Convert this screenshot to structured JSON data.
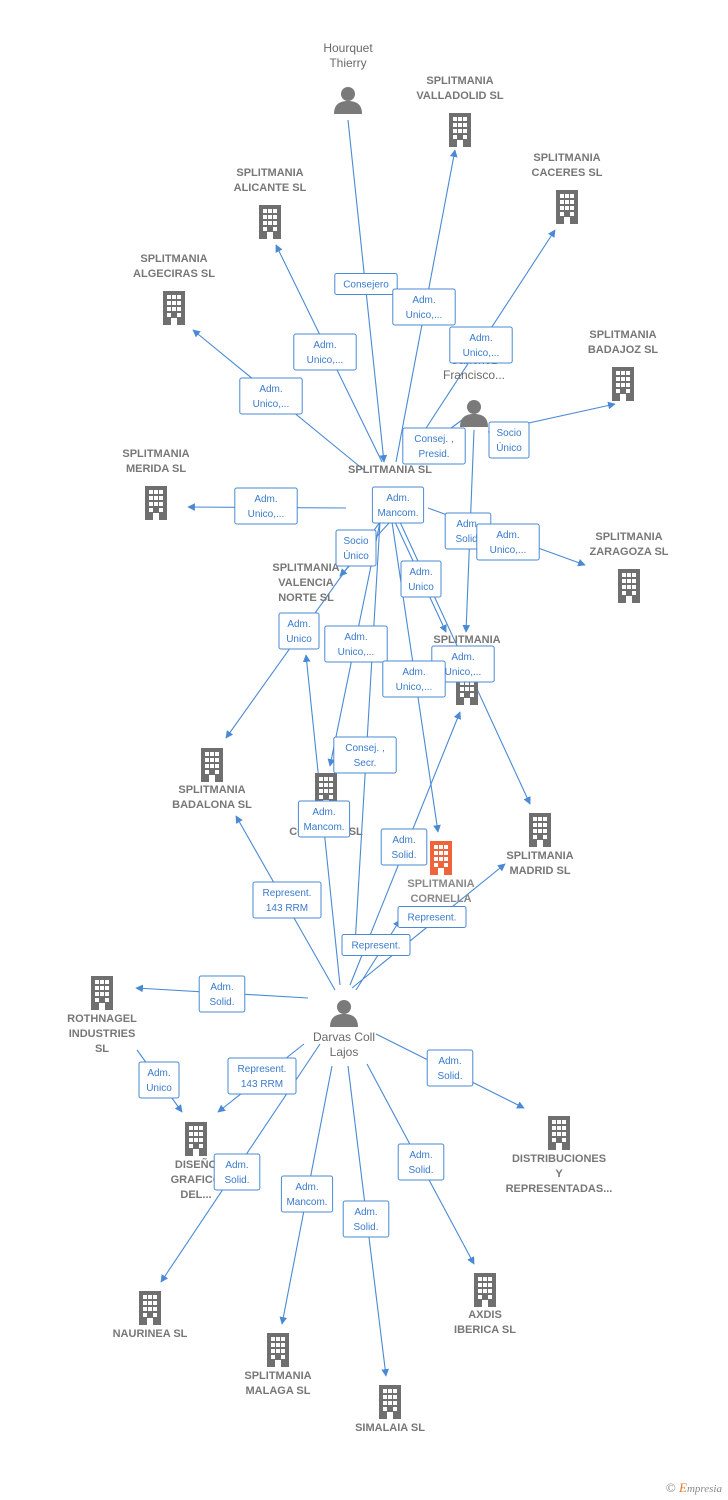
{
  "colors": {
    "edge": "#4a8ad4",
    "company": "#6f6f6f",
    "focus_company": "#f0643c",
    "person": "#7a7a7a"
  },
  "nodes": [
    {
      "id": "hourquet",
      "type": "person",
      "label": [
        "Hourquet",
        "Thierry"
      ]
    },
    {
      "id": "valladolid",
      "type": "company",
      "label": [
        "SPLITMANIA",
        "VALLADOLID SL"
      ]
    },
    {
      "id": "alicante",
      "type": "company",
      "label": [
        "SPLITMANIA",
        "ALICANTE  SL"
      ]
    },
    {
      "id": "caceres",
      "type": "company",
      "label": [
        "SPLITMANIA",
        "CACERES SL"
      ]
    },
    {
      "id": "algeciras",
      "type": "company",
      "label": [
        "SPLITMANIA",
        "ALGECIRAS SL"
      ]
    },
    {
      "id": "badajoz",
      "type": "company",
      "label": [
        "SPLITMANIA",
        "BADAJOZ SL"
      ]
    },
    {
      "id": "sanchez",
      "type": "person",
      "label": [
        "Sanchez",
        "Francisco..."
      ]
    },
    {
      "id": "merida",
      "type": "company",
      "label": [
        "SPLITMANIA",
        "MERIDA SL"
      ]
    },
    {
      "id": "splitmania",
      "type": "company-text",
      "label": [
        "SPLITMANIA SL"
      ]
    },
    {
      "id": "zaragoza",
      "type": "company",
      "label": [
        "SPLITMANIA",
        "ZARAGOZA  SL"
      ]
    },
    {
      "id": "valencia",
      "type": "company-text",
      "label": [
        "SPLITMANIA",
        "VALENCIA",
        "NORTE  SL"
      ]
    },
    {
      "id": "mid",
      "type": "company",
      "label": [
        "SPLITMANIA",
        "A...          SL"
      ]
    },
    {
      "id": "badalona",
      "type": "company",
      "label": [
        "SPLITMANIA",
        "BADALONA SL"
      ]
    },
    {
      "id": "cordoba",
      "type": "company",
      "label": [
        "S...          A",
        "CORDOBA SL"
      ]
    },
    {
      "id": "madrid",
      "type": "company",
      "label": [
        "SPLITMANIA",
        "MADRID  SL"
      ]
    },
    {
      "id": "cornella",
      "type": "focus",
      "label": [
        "SPLITMANIA",
        "CORNELLA"
      ]
    },
    {
      "id": "rothnagel",
      "type": "company",
      "label": [
        "ROTHNAGEL",
        "INDUSTRIES",
        "SL"
      ]
    },
    {
      "id": "darvas",
      "type": "person",
      "label": [
        "Darvas Coll",
        "Lajos"
      ]
    },
    {
      "id": "diseno",
      "type": "company",
      "label": [
        "DISEÑO",
        "GRAFICO",
        "DEL..."
      ]
    },
    {
      "id": "distribuciones",
      "type": "company",
      "label": [
        "DISTRIBUCIONES",
        "Y",
        "REPRESENTADAS..."
      ]
    },
    {
      "id": "naurinea",
      "type": "company",
      "label": [
        "NAURINEA SL"
      ]
    },
    {
      "id": "axdis",
      "type": "company",
      "label": [
        "AXDIS",
        "IBERICA  SL"
      ]
    },
    {
      "id": "malaga",
      "type": "company",
      "label": [
        "SPLITMANIA",
        "MALAGA SL"
      ]
    },
    {
      "id": "simalaia",
      "type": "company",
      "label": [
        "SIMALAIA SL"
      ]
    }
  ],
  "edges": [
    {
      "id": "e1",
      "label": [
        "Consejero"
      ]
    },
    {
      "id": "e2",
      "label": [
        "Adm.",
        "Unico,..."
      ]
    },
    {
      "id": "e3",
      "label": [
        "Adm.",
        "Unico,..."
      ]
    },
    {
      "id": "e4",
      "label": [
        "Adm.",
        "Unico,..."
      ]
    },
    {
      "id": "e5",
      "label": [
        "Adm.",
        "Unico,..."
      ]
    },
    {
      "id": "e6",
      "label": [
        "Consej. ,",
        "Presid."
      ]
    },
    {
      "id": "e7",
      "label": [
        "Socio",
        "Único"
      ]
    },
    {
      "id": "e8",
      "label": [
        "Adm.",
        "Unico,..."
      ]
    },
    {
      "id": "e9",
      "label": [
        "Adm.",
        "Mancom."
      ]
    },
    {
      "id": "e10",
      "label": [
        "Adm.",
        "Solid."
      ]
    },
    {
      "id": "e11",
      "label": [
        "Adm.",
        "Unico,..."
      ]
    },
    {
      "id": "e12",
      "label": [
        "Socio",
        "Único"
      ]
    },
    {
      "id": "e13",
      "label": [
        "Adm.",
        "Unico"
      ]
    },
    {
      "id": "e14",
      "label": [
        "Adm.",
        "Unico"
      ]
    },
    {
      "id": "e15",
      "label": [
        "Adm.",
        "Unico,..."
      ]
    },
    {
      "id": "e16",
      "label": [
        "Adm.",
        "Unico,..."
      ]
    },
    {
      "id": "e17",
      "label": [
        "Adm.",
        "Unico,..."
      ]
    },
    {
      "id": "e18",
      "label": [
        "Consej. ,",
        "Secr."
      ]
    },
    {
      "id": "e19",
      "label": [
        "Adm.",
        "Mancom."
      ]
    },
    {
      "id": "e20",
      "label": [
        "Adm.",
        "Solid."
      ]
    },
    {
      "id": "e21",
      "label": [
        "Represent.",
        "143 RRM"
      ]
    },
    {
      "id": "e22",
      "label": [
        "Represent."
      ]
    },
    {
      "id": "e23",
      "label": [
        "Represent."
      ]
    },
    {
      "id": "e24",
      "label": [
        "Adm.",
        "Solid."
      ]
    },
    {
      "id": "e25",
      "label": [
        "Adm.",
        "Unico"
      ]
    },
    {
      "id": "e26",
      "label": [
        "Represent.",
        "143 RRM"
      ]
    },
    {
      "id": "e27",
      "label": [
        "Adm.",
        "Solid."
      ]
    },
    {
      "id": "e28",
      "label": [
        "Adm.",
        "Solid."
      ]
    },
    {
      "id": "e29",
      "label": [
        "Adm.",
        "Solid."
      ]
    },
    {
      "id": "e30",
      "label": [
        "Adm.",
        "Mancom."
      ]
    },
    {
      "id": "e31",
      "label": [
        "Adm.",
        "Solid."
      ]
    }
  ],
  "footer": {
    "copyright": "©",
    "brand_initial": "E",
    "brand_rest": "mpresia"
  }
}
